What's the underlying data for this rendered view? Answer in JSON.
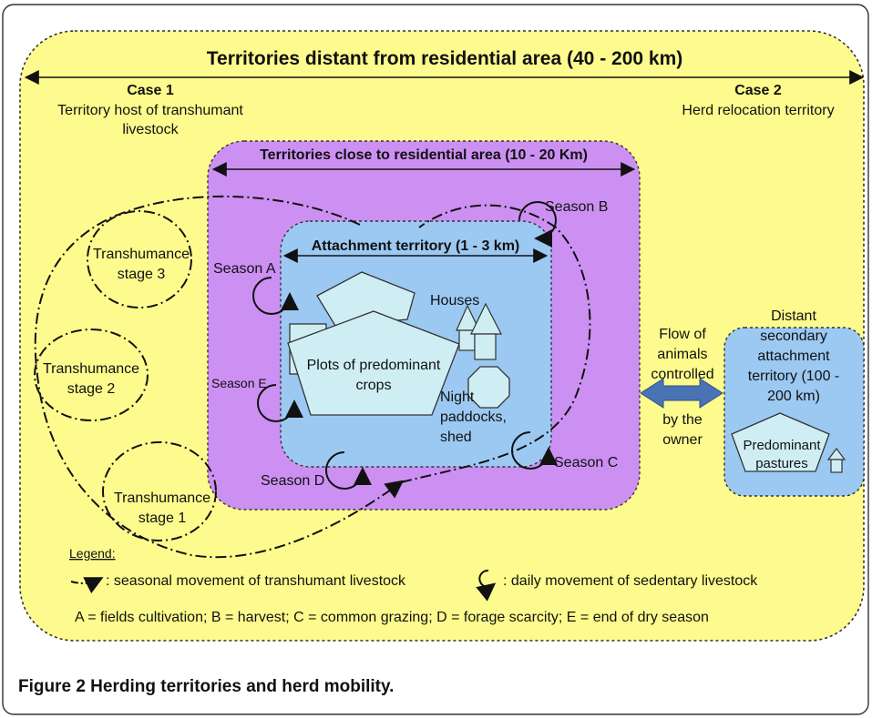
{
  "diagram": {
    "outer_title": "Territories distant from residential area (40 - 200 km)",
    "case1": {
      "heading": "Case 1",
      "line1": "Territory host of transhumant",
      "line2": "livestock"
    },
    "case2": {
      "heading": "Case 2",
      "line1": "Herd relocation territory"
    },
    "close_title": "Territories close to residential area (10 - 20 Km)",
    "attachment_title": "Attachment territory (1 - 3 km)",
    "houses": "Houses",
    "plots": {
      "line1": "Plots of predominant",
      "line2": "crops"
    },
    "night": {
      "line1": "Night",
      "line2": "paddocks,",
      "line3": "shed"
    },
    "seasons": {
      "a": "Season A",
      "b": "Season B",
      "c": "Season C",
      "d": "Season D",
      "e": "Season E"
    },
    "transhumance": [
      {
        "line1": "Transhumance",
        "line2": "stage 3"
      },
      {
        "line1": "Transhumance",
        "line2": "stage 2"
      },
      {
        "line1": "Transhumance",
        "line2": "stage 1"
      }
    ],
    "flow": {
      "line1": "Flow of",
      "line2": "animals",
      "line3": "controlled",
      "line4": "by the",
      "line5": "owner"
    },
    "distant": {
      "line1": "Distant",
      "line2": "secondary",
      "line3": "attachment",
      "line4": "territory (100 -",
      "line5": "200 km)"
    },
    "pastures": {
      "line1": "Predominant",
      "line2": "pastures"
    },
    "legend": {
      "title": "Legend:",
      "seasonal": ": seasonal movement of transhumant livestock",
      "daily": ": daily movement of sedentary livestock",
      "abbrev": "A = fields cultivation; B = harvest; C = common grazing; D = forage scarcity;  E = end of dry season"
    }
  },
  "caption": {
    "label": "Figure 2",
    "text": " Herding territories and herd mobility."
  },
  "colors": {
    "outer": "#fdfb8e",
    "close": "#cc90f2",
    "attach": "#9cc9f2",
    "shape": "#cfeef4"
  }
}
